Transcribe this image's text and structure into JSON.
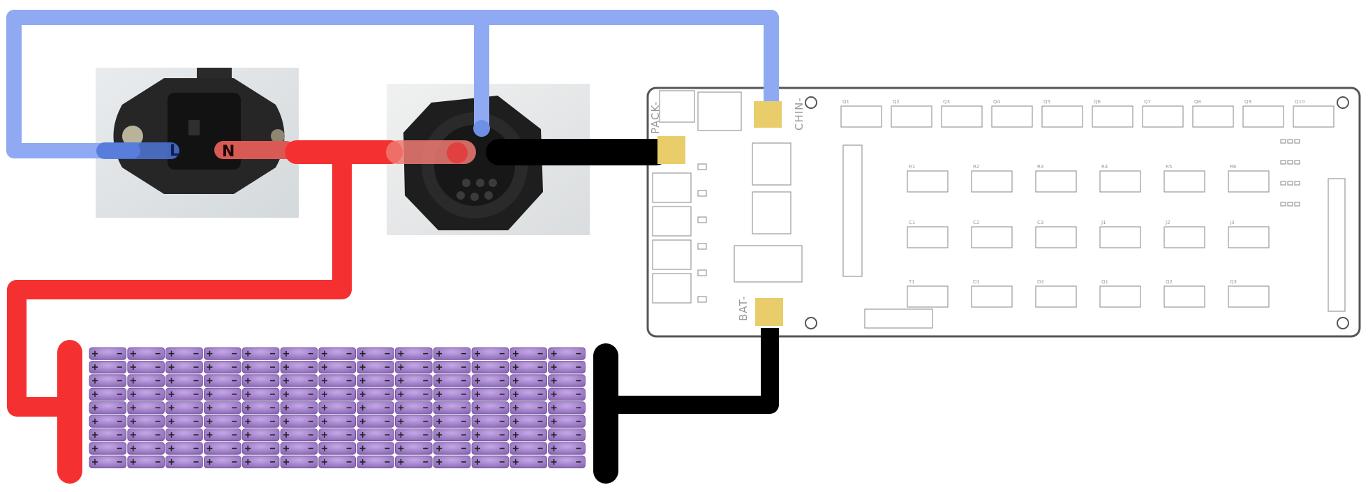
{
  "pcb": {
    "label_pack": "PACK-",
    "label_chin": "CHIN-",
    "label_bat": "BAT-",
    "component_ids": [
      "Q1",
      "Q2",
      "Q3",
      "Q4",
      "Q5",
      "Q6",
      "Q7",
      "Q8",
      "Q9",
      "Q10",
      "R1",
      "R2",
      "R3",
      "R4",
      "R5",
      "R6",
      "C1",
      "C2",
      "C3",
      "J1",
      "J2",
      "J3",
      "T1",
      "D1",
      "D2"
    ],
    "pad_color": "#e8cd6a"
  },
  "inlet": {
    "label_l": "L",
    "label_n": "N"
  },
  "colors": {
    "ground_wire": "#8faaf2",
    "positive_wire": "#f53030",
    "negative_wire": "#000000",
    "battery_cell": "#a585cc",
    "pcb_outline": "#555555"
  },
  "battery": {
    "columns": 13,
    "rows": 9
  }
}
